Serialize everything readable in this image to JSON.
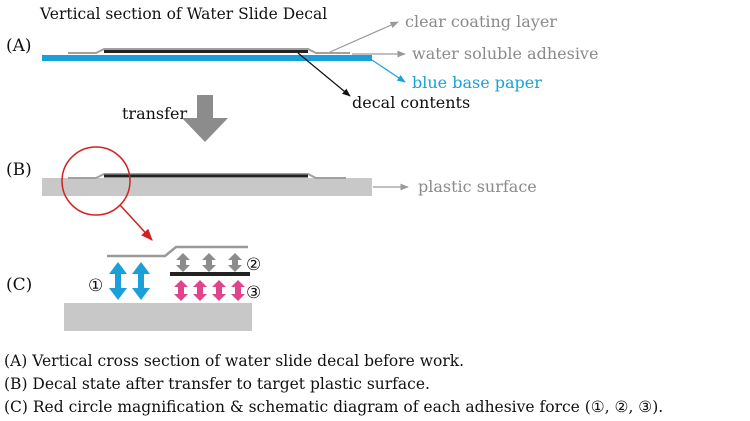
{
  "title": "Vertical section of Water Slide Decal",
  "section_labels": {
    "a": "(A)",
    "b": "(B)",
    "c": "(C)"
  },
  "layers": {
    "clear_coating": "clear coating layer",
    "adhesive": "water soluble adhesive",
    "base_paper": "blue base paper",
    "decal_contents": "decal contents",
    "plastic_surface": "plastic surface"
  },
  "transfer_label": "transfer",
  "force_labels": {
    "one": "①",
    "two": "②",
    "three": "③"
  },
  "captions": [
    "(A) Vertical cross section of water slide decal before work.",
    "(B) Decal state after transfer to target plastic surface.",
    "(C) Red circle magnification & schematic diagram of each adhesive force (①, ②, ③)."
  ],
  "colors": {
    "blue": "#1aa0d8",
    "gray_text": "#8a8a8a",
    "plastic": "#c8c8c8",
    "decal": "#222222",
    "coating": "#9a9a9a",
    "magnify": "#d32020",
    "pink": "#e0458c"
  }
}
